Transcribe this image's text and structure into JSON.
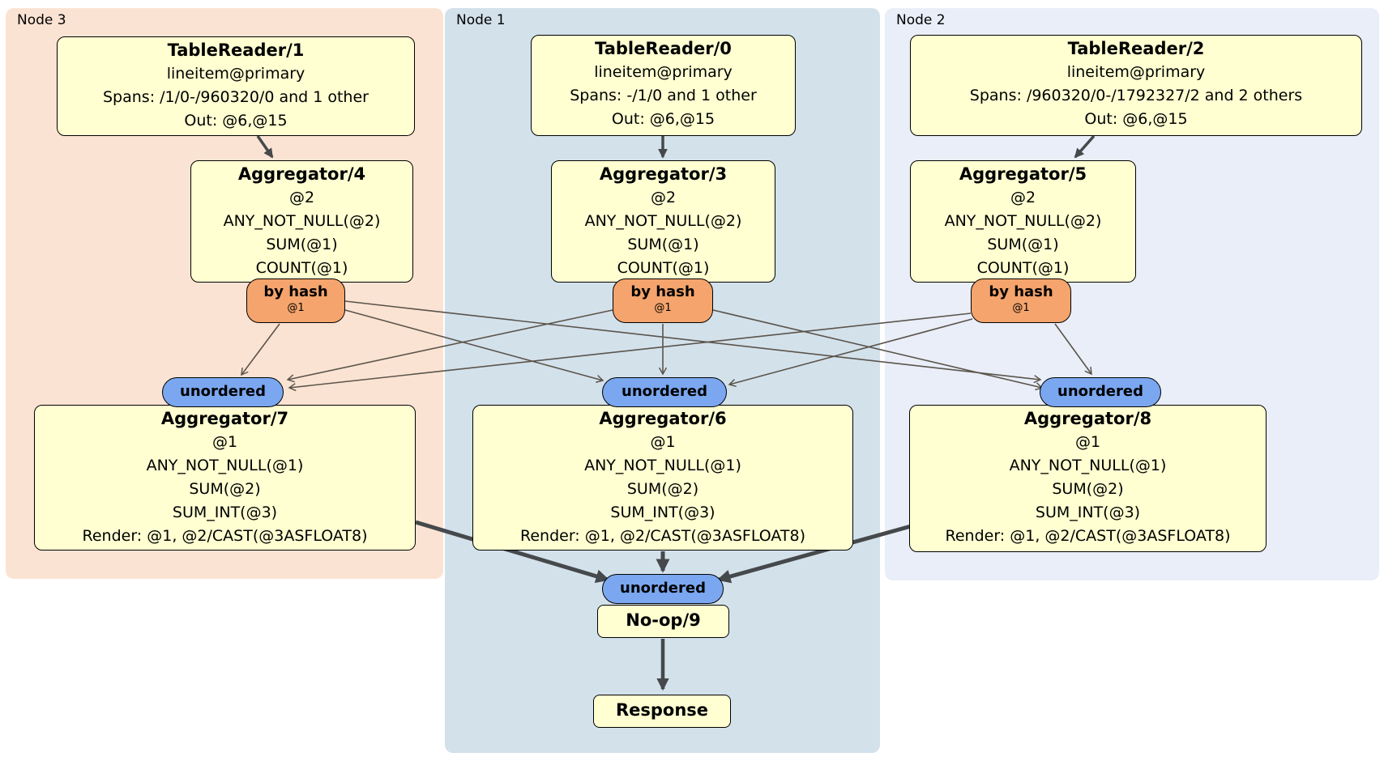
{
  "colors": {
    "canvas_bg": "#ffffff",
    "panel_node3_bg": "#fbe3d3",
    "panel_node1_bg": "#d3e1eb",
    "panel_node2_bg": "#e9eef8",
    "box_fill": "#ffffd2",
    "box_border": "#000000",
    "hash_router_fill": "#f4a46c",
    "sync_fill": "#7aa7f0",
    "edge_thin": "#5b544b",
    "edge_thick": "#45494c"
  },
  "panels": [
    {
      "id": "node3",
      "label": "Node 3"
    },
    {
      "id": "node1",
      "label": "Node 1"
    },
    {
      "id": "node2",
      "label": "Node 2"
    }
  ],
  "processors": {
    "tr1": {
      "title": "TableReader/1",
      "lines": [
        "lineitem@primary",
        "Spans: /1/0-/960320/0 and 1 other",
        "Out: @6,@15"
      ]
    },
    "agg4": {
      "title": "Aggregator/4",
      "lines": [
        "@2",
        "ANY_NOT_NULL(@2)",
        "SUM(@1)",
        "COUNT(@1)"
      ]
    },
    "agg7": {
      "title": "Aggregator/7",
      "lines": [
        "@1",
        "ANY_NOT_NULL(@1)",
        "SUM(@2)",
        "SUM_INT(@3)",
        "Render: @1, @2/CAST(@3ASFLOAT8)"
      ]
    },
    "tr0": {
      "title": "TableReader/0",
      "lines": [
        "lineitem@primary",
        "Spans: -/1/0 and 1 other",
        "Out: @6,@15"
      ]
    },
    "agg3": {
      "title": "Aggregator/3",
      "lines": [
        "@2",
        "ANY_NOT_NULL(@2)",
        "SUM(@1)",
        "COUNT(@1)"
      ]
    },
    "agg6": {
      "title": "Aggregator/6",
      "lines": [
        "@1",
        "ANY_NOT_NULL(@1)",
        "SUM(@2)",
        "SUM_INT(@3)",
        "Render: @1, @2/CAST(@3ASFLOAT8)"
      ]
    },
    "tr2": {
      "title": "TableReader/2",
      "lines": [
        "lineitem@primary",
        "Spans: /960320/0-/1792327/2 and 2 others",
        "Out: @6,@15"
      ]
    },
    "agg5": {
      "title": "Aggregator/5",
      "lines": [
        "@2",
        "ANY_NOT_NULL(@2)",
        "SUM(@1)",
        "COUNT(@1)"
      ]
    },
    "agg8": {
      "title": "Aggregator/8",
      "lines": [
        "@1",
        "ANY_NOT_NULL(@1)",
        "SUM(@2)",
        "SUM_INT(@3)",
        "Render: @1, @2/CAST(@3ASFLOAT8)"
      ]
    },
    "noop9": {
      "title": "No-op/9",
      "lines": []
    },
    "response": {
      "title": "Response",
      "lines": []
    }
  },
  "routers": {
    "hash_n3": {
      "label": "by hash",
      "sublabel": "@1"
    },
    "hash_n1": {
      "label": "by hash",
      "sublabel": "@1"
    },
    "hash_n2": {
      "label": "by hash",
      "sublabel": "@1"
    }
  },
  "synchronizers": {
    "un_n3": {
      "label": "unordered"
    },
    "un_n1": {
      "label": "unordered"
    },
    "un_n2": {
      "label": "unordered"
    },
    "un_final": {
      "label": "unordered"
    }
  },
  "edges": {
    "thick": [
      [
        "tr1",
        "agg4"
      ],
      [
        "tr0",
        "agg3"
      ],
      [
        "tr2",
        "agg5"
      ],
      [
        "agg7",
        "un_final"
      ],
      [
        "agg6",
        "un_final"
      ],
      [
        "agg8",
        "un_final"
      ],
      [
        "noop9",
        "response"
      ]
    ],
    "thin": [
      [
        "hash_n3",
        "un_n3"
      ],
      [
        "hash_n3",
        "un_n1"
      ],
      [
        "hash_n3",
        "un_n2"
      ],
      [
        "hash_n1",
        "un_n3"
      ],
      [
        "hash_n1",
        "un_n1"
      ],
      [
        "hash_n1",
        "un_n2"
      ],
      [
        "hash_n2",
        "un_n3"
      ],
      [
        "hash_n2",
        "un_n1"
      ],
      [
        "hash_n2",
        "un_n2"
      ]
    ]
  }
}
